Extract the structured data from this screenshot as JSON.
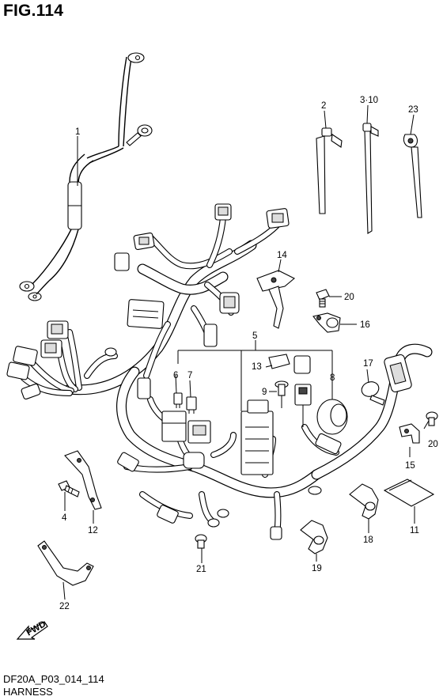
{
  "figure": {
    "title": "FIG.114"
  },
  "footer": {
    "code": "DF20A_P03_014_114",
    "name": "HARNESS"
  },
  "callouts": [
    "1",
    "2",
    "3·10",
    "23",
    "14",
    "20",
    "16",
    "5",
    "13",
    "7",
    "6",
    "9",
    "8",
    "17",
    "20",
    "15",
    "4",
    "12",
    "11",
    "18",
    "21",
    "19",
    "22"
  ],
  "fwd_label": "FWD"
}
